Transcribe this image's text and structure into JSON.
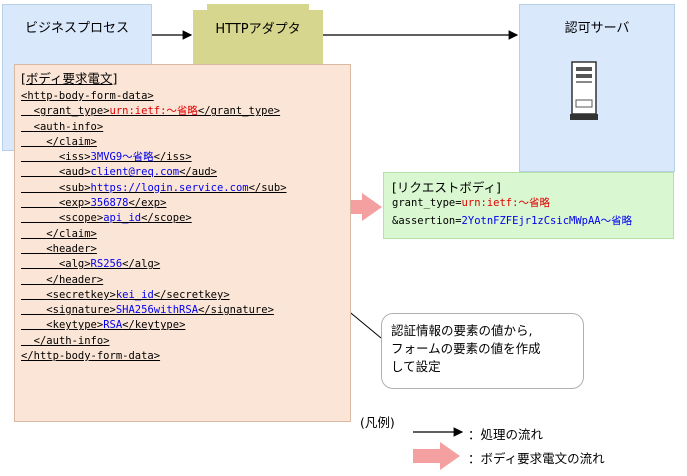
{
  "boxes": {
    "business_process": "ビジネスプロセス",
    "http_adapter": "HTTPアダプタ",
    "auth_server": "認可サーバ"
  },
  "request_panel": {
    "title": "[ボディ要求電文]",
    "lines": [
      {
        "indent": 0,
        "pre": "<http-body-form-data>",
        "val": "",
        "post": "",
        "color": ""
      },
      {
        "indent": 2,
        "pre": "<grant_type>",
        "val": "urn:ietf:～省略",
        "post": "</grant_type>",
        "color": "red"
      },
      {
        "indent": 2,
        "pre": "<auth-info>",
        "val": "",
        "post": "",
        "color": ""
      },
      {
        "indent": 4,
        "pre": "</claim>",
        "val": "",
        "post": "",
        "color": ""
      },
      {
        "indent": 6,
        "pre": "<iss>",
        "val": "3MVG9～省略",
        "post": "</iss>",
        "color": "blue"
      },
      {
        "indent": 6,
        "pre": "<aud>",
        "val": "client@req.com",
        "post": "</aud>",
        "color": "blue"
      },
      {
        "indent": 6,
        "pre": "<sub>",
        "val": "https://login.service.com",
        "post": "</sub>",
        "color": "blue"
      },
      {
        "indent": 6,
        "pre": "<exp>",
        "val": "356878",
        "post": "</exp>",
        "color": "blue"
      },
      {
        "indent": 6,
        "pre": "<scope>",
        "val": "api_id",
        "post": "</scope>",
        "color": "blue"
      },
      {
        "indent": 4,
        "pre": "</claim>",
        "val": "",
        "post": "",
        "color": ""
      },
      {
        "indent": 4,
        "pre": "<header>",
        "val": "",
        "post": "",
        "color": ""
      },
      {
        "indent": 6,
        "pre": "<alg>",
        "val": "RS256",
        "post": "</alg>",
        "color": "blue"
      },
      {
        "indent": 4,
        "pre": "</header>",
        "val": "",
        "post": "",
        "color": ""
      },
      {
        "indent": 4,
        "pre": "<secretkey>",
        "val": "kei_id",
        "post": "</secretkey>",
        "color": "blue"
      },
      {
        "indent": 4,
        "pre": "<signature>",
        "val": "SHA256withRSA",
        "post": "</signature>",
        "color": "blue"
      },
      {
        "indent": 4,
        "pre": "<keytype>",
        "val": "RSA",
        "post": "</keytype>",
        "color": "blue"
      },
      {
        "indent": 2,
        "pre": "</auth-info>",
        "val": "",
        "post": "",
        "color": ""
      },
      {
        "indent": 0,
        "pre": "</http-body-form-data>",
        "val": "",
        "post": "",
        "color": ""
      }
    ]
  },
  "request_body": {
    "title": "[リクエストボディ]",
    "line1_key": "grant_type=",
    "line1_val": "urn:ietf:～省略",
    "line2_key": "&assertion=",
    "line2_val": "2YotnFZFEjr1zCsicMWpAA～省略"
  },
  "callout": {
    "lines": [
      "認証情報の要素の値から,",
      "フォームの要素の値を作成",
      "して設定"
    ]
  },
  "legend": {
    "title": "(凡例)",
    "process_flow": "：処理の流れ",
    "body_flow": "：ボディ要求電文の流れ"
  },
  "colors": {
    "box_blue": "#dae8fc",
    "adapter_olive": "#d6d68e",
    "panel_peach": "#fbe5d6",
    "reqbody_green": "#d9f7d0",
    "arrow_pink": "#f4a0a0",
    "value_red": "#e00000",
    "value_blue": "#0000ee"
  }
}
